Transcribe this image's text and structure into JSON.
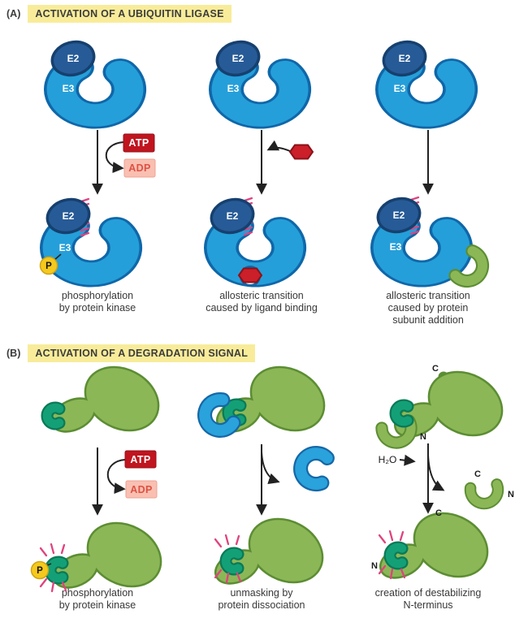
{
  "panel_a": {
    "index_label": "(A)",
    "title": "ACTIVATION OF A UBIQUITIN LIGASE",
    "captions": {
      "col1": "phosphorylation\nby protein kinase",
      "col2": "allosteric transition\ncaused by ligand binding",
      "col3": "allosteric transition\ncaused by protein\nsubunit addition"
    }
  },
  "panel_b": {
    "index_label": "(B)",
    "title": "ACTIVATION OF A DEGRADATION SIGNAL",
    "captions": {
      "col1": "phosphorylation\nby protein kinase",
      "col2": "unmasking by\nprotein dissociation",
      "col3": "creation of destabilizing\nN-terminus"
    }
  },
  "labels": {
    "e2": "E2",
    "e3": "E3",
    "atp": "ATP",
    "adp": "ADP",
    "p": "P",
    "c_terminus": "C",
    "n_terminus": "N",
    "water": "H₂O"
  },
  "colors": {
    "title_highlight": "#f8ec9a",
    "e2_navy": "#275b97",
    "e3_blue": "#259fd9",
    "green_protein": "#8cb757",
    "teal_degron": "#14a077",
    "masking_blue": "#2aa2dc",
    "atp_red": "#c0151f",
    "adp_pink": "#f9c0b2",
    "ligand_red": "#cb1f2a",
    "phosphate_yellow": "#f5c91d",
    "rays_pink": "#e0427e"
  }
}
